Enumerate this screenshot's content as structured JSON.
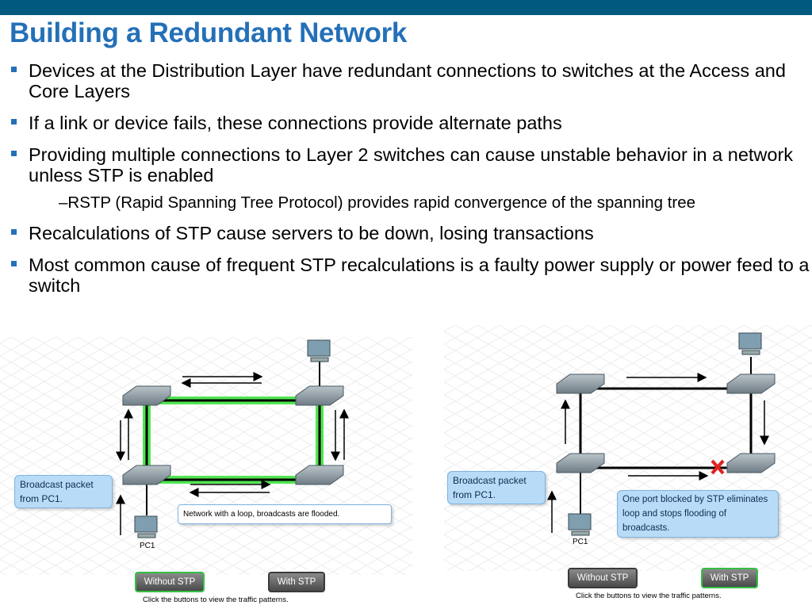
{
  "slide": {
    "title": "Building a Redundant Network",
    "bullets": [
      "Devices at the Distribution Layer have redundant connections to switches at the Access and Core Layers",
      "If a link or device fails, these connections provide alternate paths",
      "Providing multiple connections to Layer 2 switches can cause unstable behavior in a network unless STP is enabled"
    ],
    "sub_bullet": "–RSTP (Rapid Spanning Tree Protocol) provides rapid convergence of the spanning tree",
    "bullets_after": [
      "Recalculations of STP cause servers to be down, losing  transactions",
      "Most common cause of frequent STP recalculations is a faulty power supply or power feed to a switch"
    ]
  },
  "left_diagram": {
    "callout": "Broadcast packet from PC1.",
    "note": "Network with a loop, broadcasts are flooded.",
    "pc_label": "PC1",
    "button_without": "Without STP",
    "button_with": "With STP",
    "active": "without",
    "caption": "Click the buttons to view the traffic patterns.",
    "loop_color": "#3fe23f"
  },
  "right_diagram": {
    "callout": "Broadcast packet from PC1.",
    "note": "One port blocked by STP eliminates loop and stops flooding of broadcasts.",
    "pc_label": "PC1",
    "button_without": "Without STP",
    "button_with": "With STP",
    "active": "with",
    "caption": "Click the buttons to view the traffic patterns.",
    "blocked_color": "#e02020"
  }
}
